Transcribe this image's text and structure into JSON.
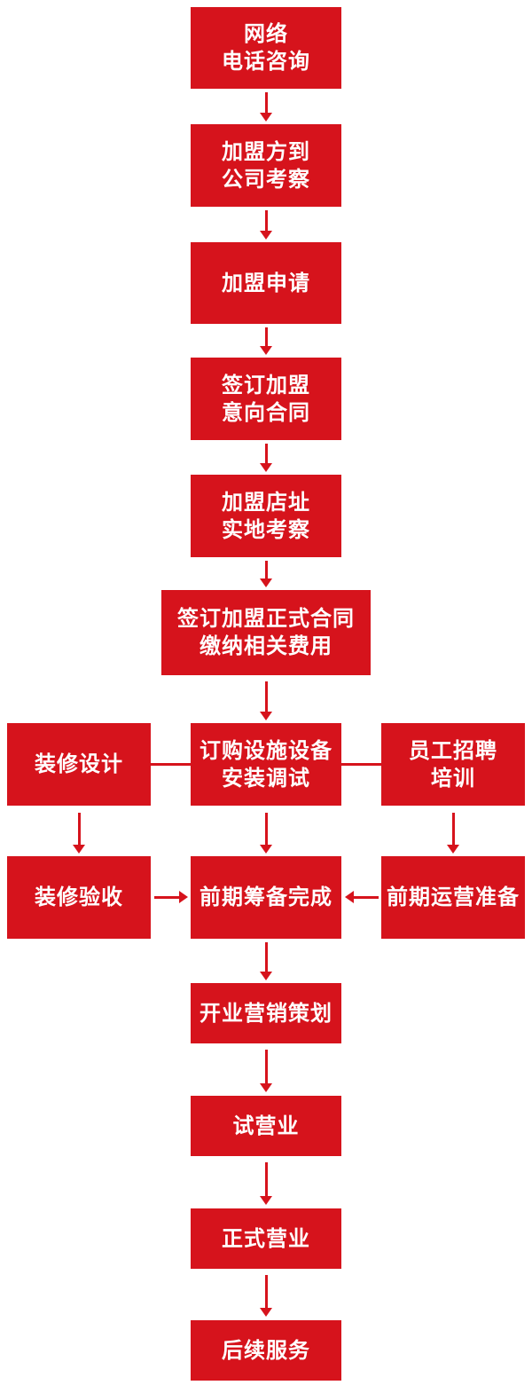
{
  "colors": {
    "red": "#d6131c",
    "text": "#ffffff",
    "background": "#ffffff"
  },
  "steps": [
    {
      "name": "online-consult",
      "lines": [
        "网络",
        "电话咨询"
      ]
    },
    {
      "name": "company-visit",
      "lines": [
        "加盟方到",
        "公司考察"
      ]
    },
    {
      "name": "application",
      "lines": [
        "加盟申请"
      ]
    },
    {
      "name": "intent-contract",
      "lines": [
        "签订加盟",
        "意向合同"
      ]
    },
    {
      "name": "site-inspection",
      "lines": [
        "加盟店址",
        "实地考察"
      ]
    },
    {
      "name": "formal-contract",
      "lines": [
        "签订加盟正式合同",
        "缴纳相关费用"
      ]
    },
    {
      "name": "decoration-design",
      "lines": [
        "装修设计"
      ]
    },
    {
      "name": "equipment-order",
      "lines": [
        "订购设施设备",
        "安装调试"
      ]
    },
    {
      "name": "staff-recruitment",
      "lines": [
        "员工招聘",
        "培训"
      ]
    },
    {
      "name": "decoration-acceptance",
      "lines": [
        "装修验收"
      ]
    },
    {
      "name": "preparation-complete",
      "lines": [
        "前期筹备完成"
      ]
    },
    {
      "name": "operation-preparation",
      "lines": [
        "前期运营准备"
      ]
    },
    {
      "name": "opening-marketing",
      "lines": [
        "开业营销策划"
      ]
    },
    {
      "name": "trial-operation",
      "lines": [
        "试营业"
      ]
    },
    {
      "name": "official-opening",
      "lines": [
        "正式营业"
      ]
    },
    {
      "name": "follow-up-service",
      "lines": [
        "后续服务"
      ]
    }
  ]
}
